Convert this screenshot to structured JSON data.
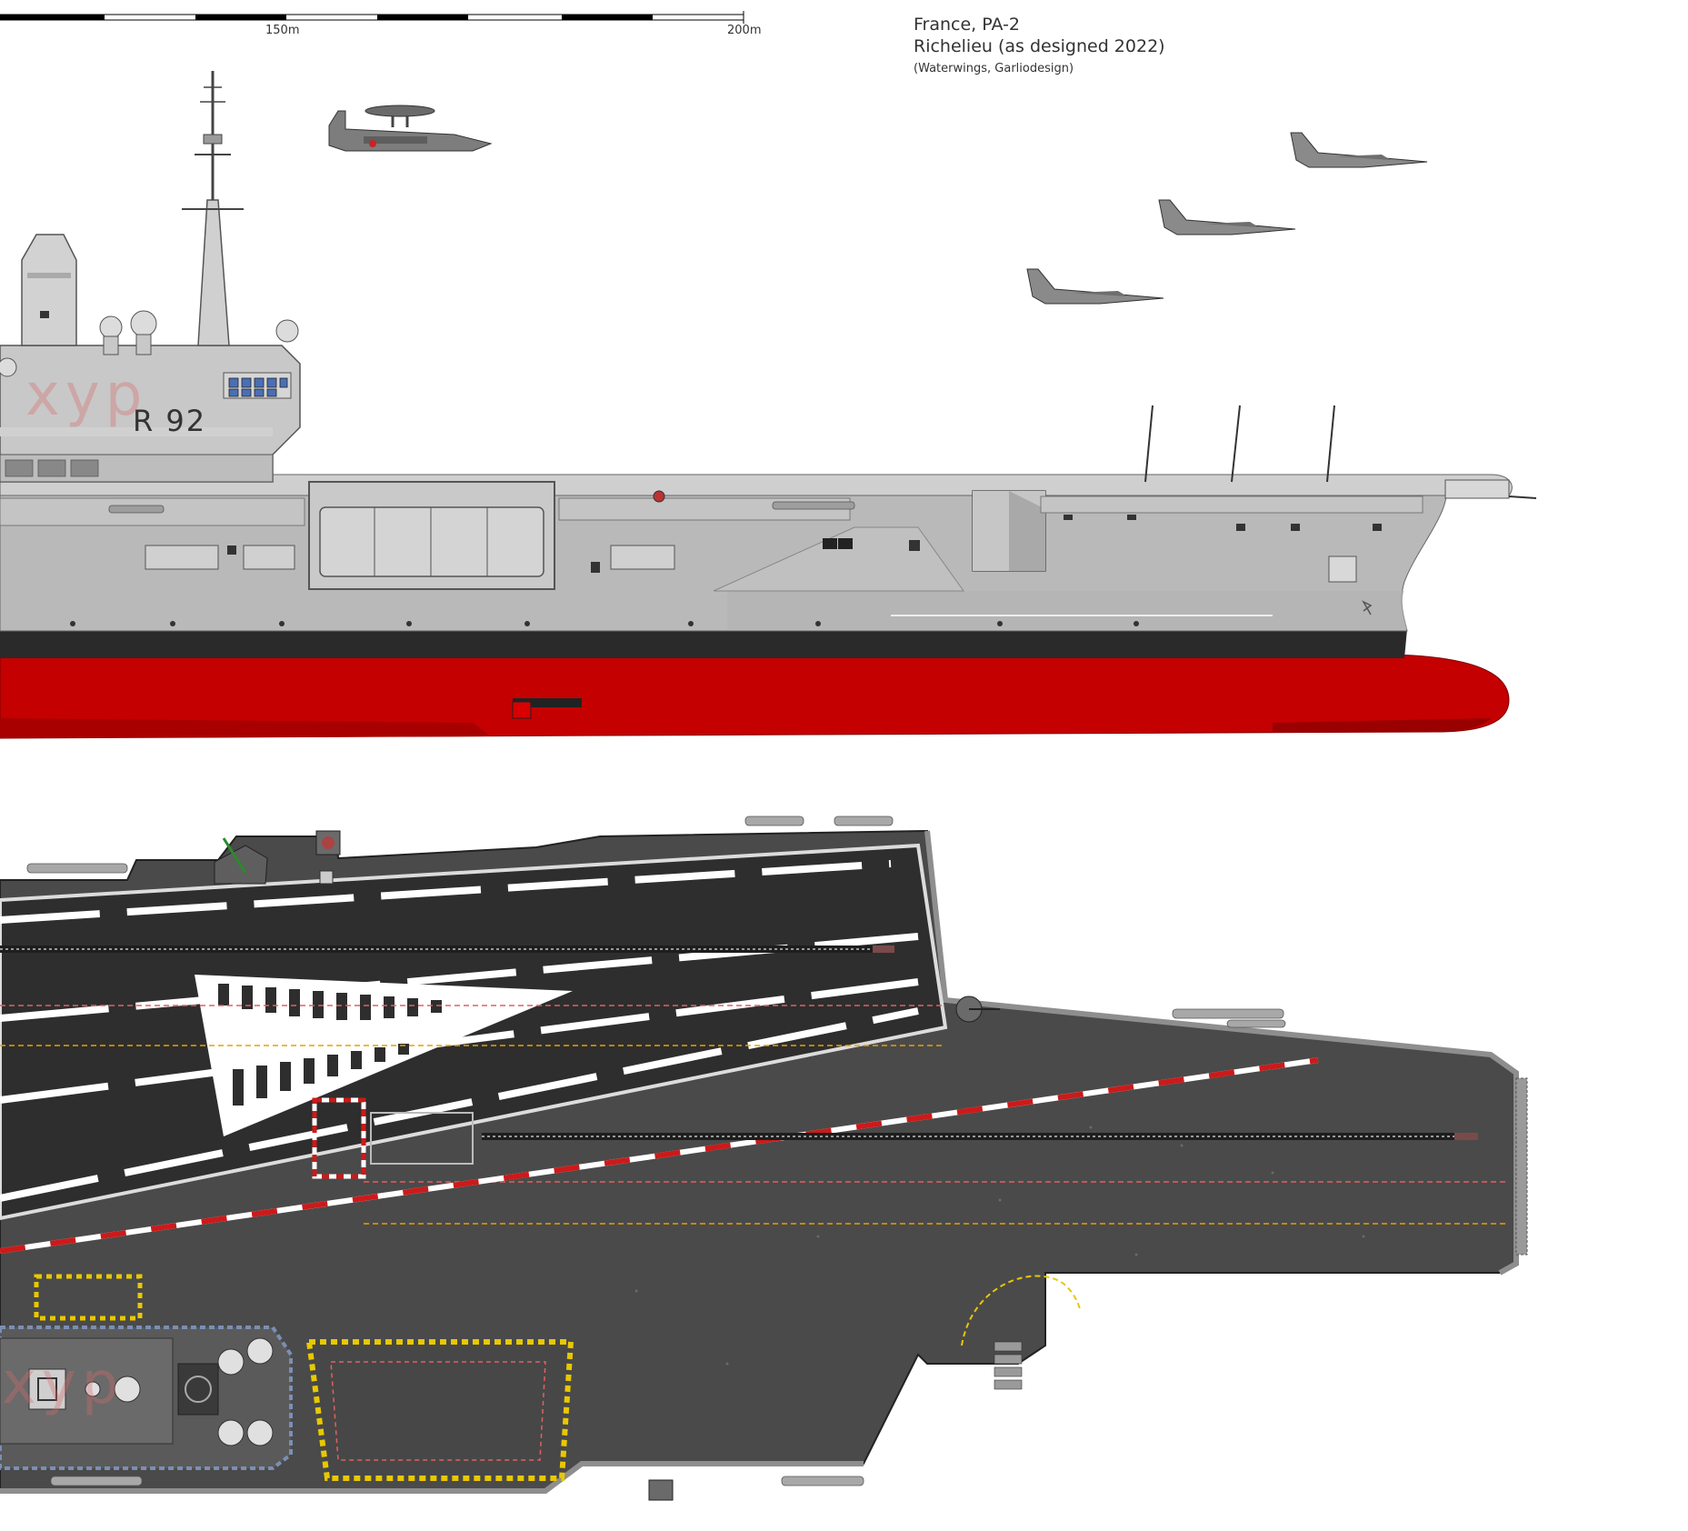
{
  "caption": {
    "country": "France, PA-2",
    "ship": "Richelieu (as designed 2022)",
    "credit": "(Waterwings, Garliodesign)"
  },
  "scale_bar": {
    "label_150": "150m",
    "label_200": "200m"
  },
  "profile": {
    "pennant": "R 92"
  },
  "watermark": {
    "text": "xyp"
  },
  "colors": {
    "hull_gray": "#b9b9b9",
    "superstructure_gray": "#c8c8c8",
    "boot_topping": "#2a2a2a",
    "antifouling_red": "#c40000",
    "deck_dark": "#4a4a4a",
    "landing_area": "#2e2e2e",
    "deck_edge": "#8e8e8e",
    "marking_white": "#ffffff",
    "marking_red": "#cc1a1a",
    "marking_yellow": "#e8c800",
    "window_blue": "#4a6fb5"
  }
}
